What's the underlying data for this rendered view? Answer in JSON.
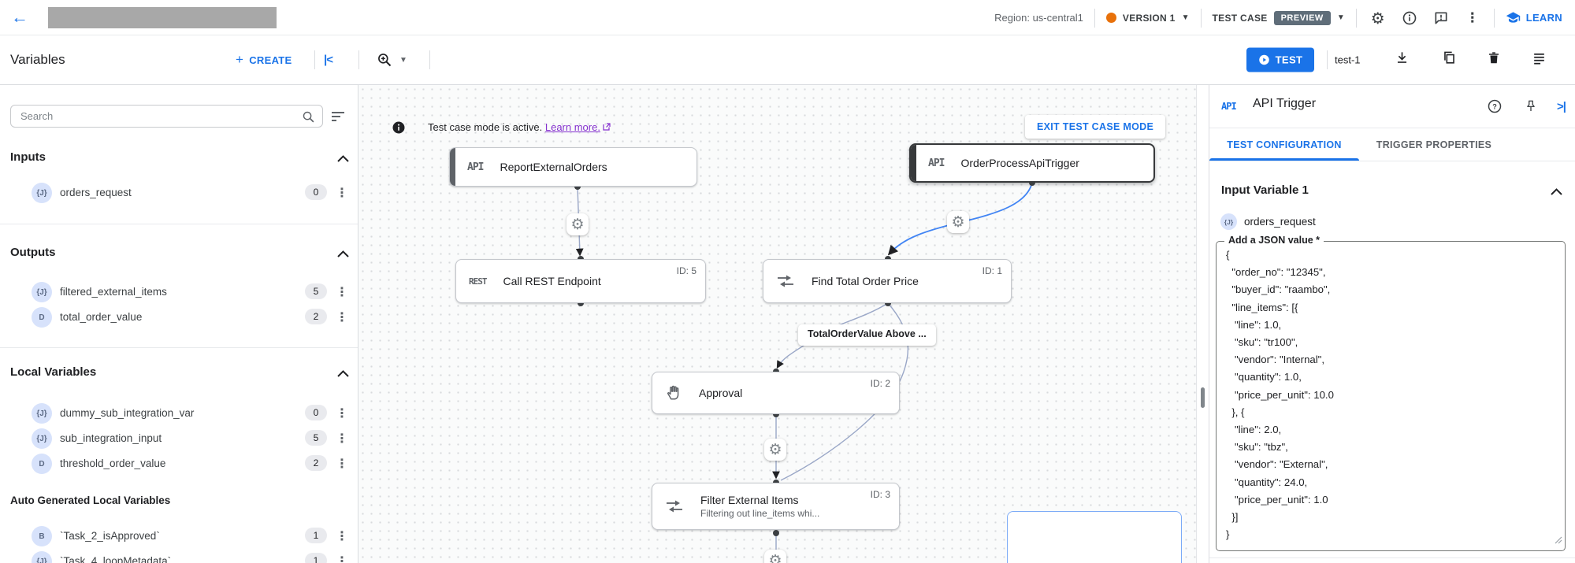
{
  "colors": {
    "accent_blue": "#1a73e8",
    "selected_edge_blue": "#4285f4",
    "version_dot_orange": "#e8710a",
    "preview_chip": "#5f6d79",
    "link_purple": "#8430ce"
  },
  "app_bar": {
    "region_label": "Region: us-central1",
    "version_label": "VERSION 1",
    "test_case_label": "TEST CASE",
    "preview_badge": "PREVIEW",
    "learn_label": "LEARN"
  },
  "toolbar": {
    "title": "Variables",
    "create_label": "CREATE",
    "test_button_label": "TEST",
    "test_case_name": "test-1"
  },
  "sidebar": {
    "search_placeholder": "Search",
    "inputs": {
      "title": "Inputs",
      "items": [
        {
          "badge": "{J}",
          "name": "orders_request",
          "count": "0"
        }
      ]
    },
    "outputs": {
      "title": "Outputs",
      "items": [
        {
          "badge": "{J}",
          "name": "filtered_external_items",
          "count": "5"
        },
        {
          "badge": "D",
          "name": "total_order_value",
          "count": "2"
        }
      ]
    },
    "locals": {
      "title": "Local Variables",
      "items": [
        {
          "badge": "{J}",
          "name": "dummy_sub_integration_var",
          "count": "0"
        },
        {
          "badge": "{J}",
          "name": "sub_integration_input",
          "count": "5"
        },
        {
          "badge": "D",
          "name": "threshold_order_value",
          "count": "2"
        }
      ]
    },
    "auto": {
      "title": "Auto Generated Local Variables",
      "items": [
        {
          "badge": "B",
          "name": "`Task_2_isApproved`",
          "count": "1"
        },
        {
          "badge": "{J}",
          "name": "`Task_4_loopMetadata`",
          "count": "1"
        }
      ]
    }
  },
  "canvas": {
    "banner": {
      "text": "Test case mode is active.",
      "link": "Learn more.",
      "exit_button": "EXIT TEST CASE MODE"
    },
    "edge_label": "TotalOrderValue Above ...",
    "nodes": {
      "report": {
        "type_label": "API",
        "label": "ReportExternalOrders"
      },
      "order": {
        "type_label": "API",
        "label": "OrderProcessApiTrigger"
      },
      "rest": {
        "type_label": "REST",
        "label": "Call REST Endpoint",
        "id_label": "ID: 5"
      },
      "find": {
        "label": "Find Total Order Price",
        "id_label": "ID: 1"
      },
      "approval": {
        "label": "Approval",
        "id_label": "ID: 2"
      },
      "filter": {
        "label": "Filter External Items",
        "id_label": "ID: 3",
        "subtitle": "Filtering out line_items whi..."
      }
    }
  },
  "panel": {
    "chip": "API",
    "title": "API Trigger",
    "tabs": [
      {
        "label": "TEST CONFIGURATION"
      },
      {
        "label": "TRIGGER PROPERTIES"
      }
    ],
    "section_title": "Input Variable 1",
    "variable": {
      "badge": "{J}",
      "name": "orders_request"
    },
    "field_label": "Add a JSON value *",
    "json_value": "{\n  \"order_no\": \"12345\",\n  \"buyer_id\": \"raambo\",\n  \"line_items\": [{\n   \"line\": 1.0,\n   \"sku\": \"tr100\",\n   \"vendor\": \"Internal\",\n   \"quantity\": 1.0,\n   \"price_per_unit\": 10.0\n  }, {\n   \"line\": 2.0,\n   \"sku\": \"tbz\",\n   \"vendor\": \"External\",\n   \"quantity\": 24.0,\n   \"price_per_unit\": 1.0\n  }]\n}"
  }
}
